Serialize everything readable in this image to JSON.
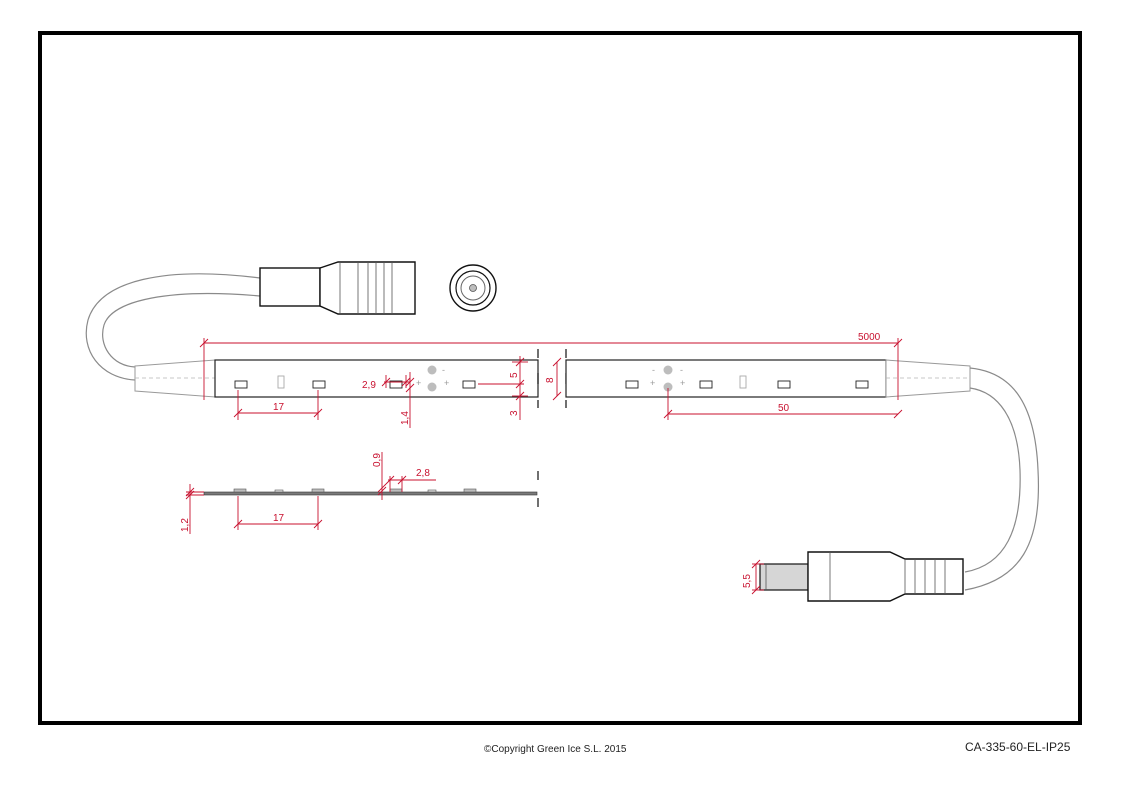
{
  "dimensions": {
    "total_length": "5000",
    "led_pitch_top": "17",
    "led_pitch_side": "17",
    "led_size": "2,9",
    "led_height": "1,4",
    "strip_half_top": "5",
    "strip_half_bottom": "3",
    "strip_width": "8",
    "segment_length": "50",
    "thickness_pcb": "1,2",
    "led_thickness": "0,9",
    "led_side_width": "2,8",
    "plug_diameter": "5,5"
  },
  "footer": {
    "copyright": "©Copyright Green Ice S.L. 2015",
    "part_number": "CA-335-60-EL-IP25"
  },
  "colors": {
    "dimension": "#c8102e",
    "outline": "#111111",
    "cable": "#8a8a8a"
  }
}
